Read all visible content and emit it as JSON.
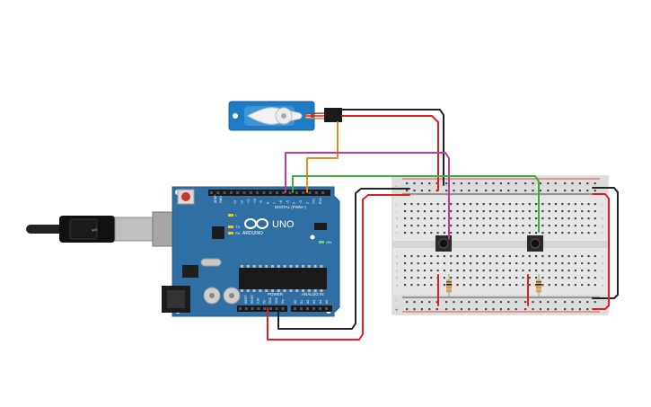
{
  "arduino": {
    "logo": "ARDUINO",
    "model": "UNO",
    "digital_label": "DIGITAL (PWM~)",
    "power_label": "POWER",
    "analog_label": "ANALOG IN",
    "led_l": "L",
    "led_tx": "TX",
    "led_rx": "RX",
    "on_label": "ON",
    "aref": "AREF",
    "gnd": "GND",
    "digital_pins": [
      "13",
      "12",
      "~11",
      "~10",
      "~9",
      "8",
      "7",
      "~6",
      "~5",
      "4",
      "~3",
      "2",
      "TX1",
      "RX0"
    ],
    "power_pins": [
      "IOREF",
      "RESET",
      "3.3V",
      "5V",
      "GND",
      "GND",
      "Vin"
    ],
    "analog_pins": [
      "A0",
      "A1",
      "A2",
      "A3",
      "A4",
      "A5"
    ]
  },
  "breadboard": {
    "rail_minus": "-",
    "rail_plus": "+",
    "row_letters_top": [
      "j",
      "i",
      "h",
      "g",
      "f"
    ],
    "row_letters_bottom": [
      "e",
      "d",
      "c",
      "b",
      "a"
    ]
  },
  "colors": {
    "board": "#2f6fa4",
    "wire_red": "#e02020",
    "wire_black": "#222222",
    "wire_orange": "#f08a1c",
    "wire_magenta": "#c0399c",
    "wire_green": "#3fae3f",
    "servo_blue": "#1e7cc4"
  }
}
